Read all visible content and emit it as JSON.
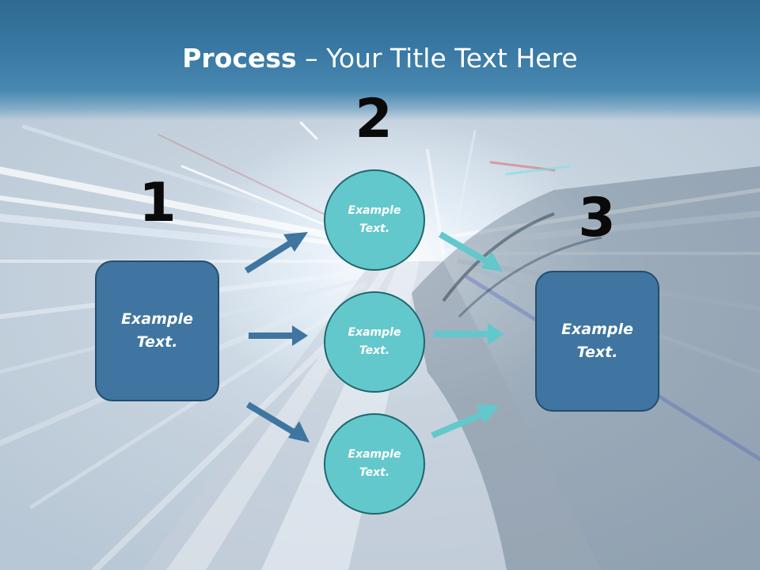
{
  "title": {
    "bold": "Process",
    "rest": " – Your Title Text Here"
  },
  "steps": {
    "one": "1",
    "two": "2",
    "three": "3"
  },
  "boxes": {
    "left_text": "Example Text.",
    "right_text": "Example Text."
  },
  "circles": {
    "top_text": "Example Text.",
    "middle_text": "Example Text.",
    "bottom_text": "Example Text."
  },
  "colors": {
    "title_bar": "#3a7aa4",
    "box_fill": "#3f75a0",
    "circle_fill": "#63c8cb",
    "left_arrows": "#3f75a0",
    "right_arrows": "#63c8cb",
    "step_numbers": "#0a0a0a",
    "title_text": "#ffffff"
  }
}
